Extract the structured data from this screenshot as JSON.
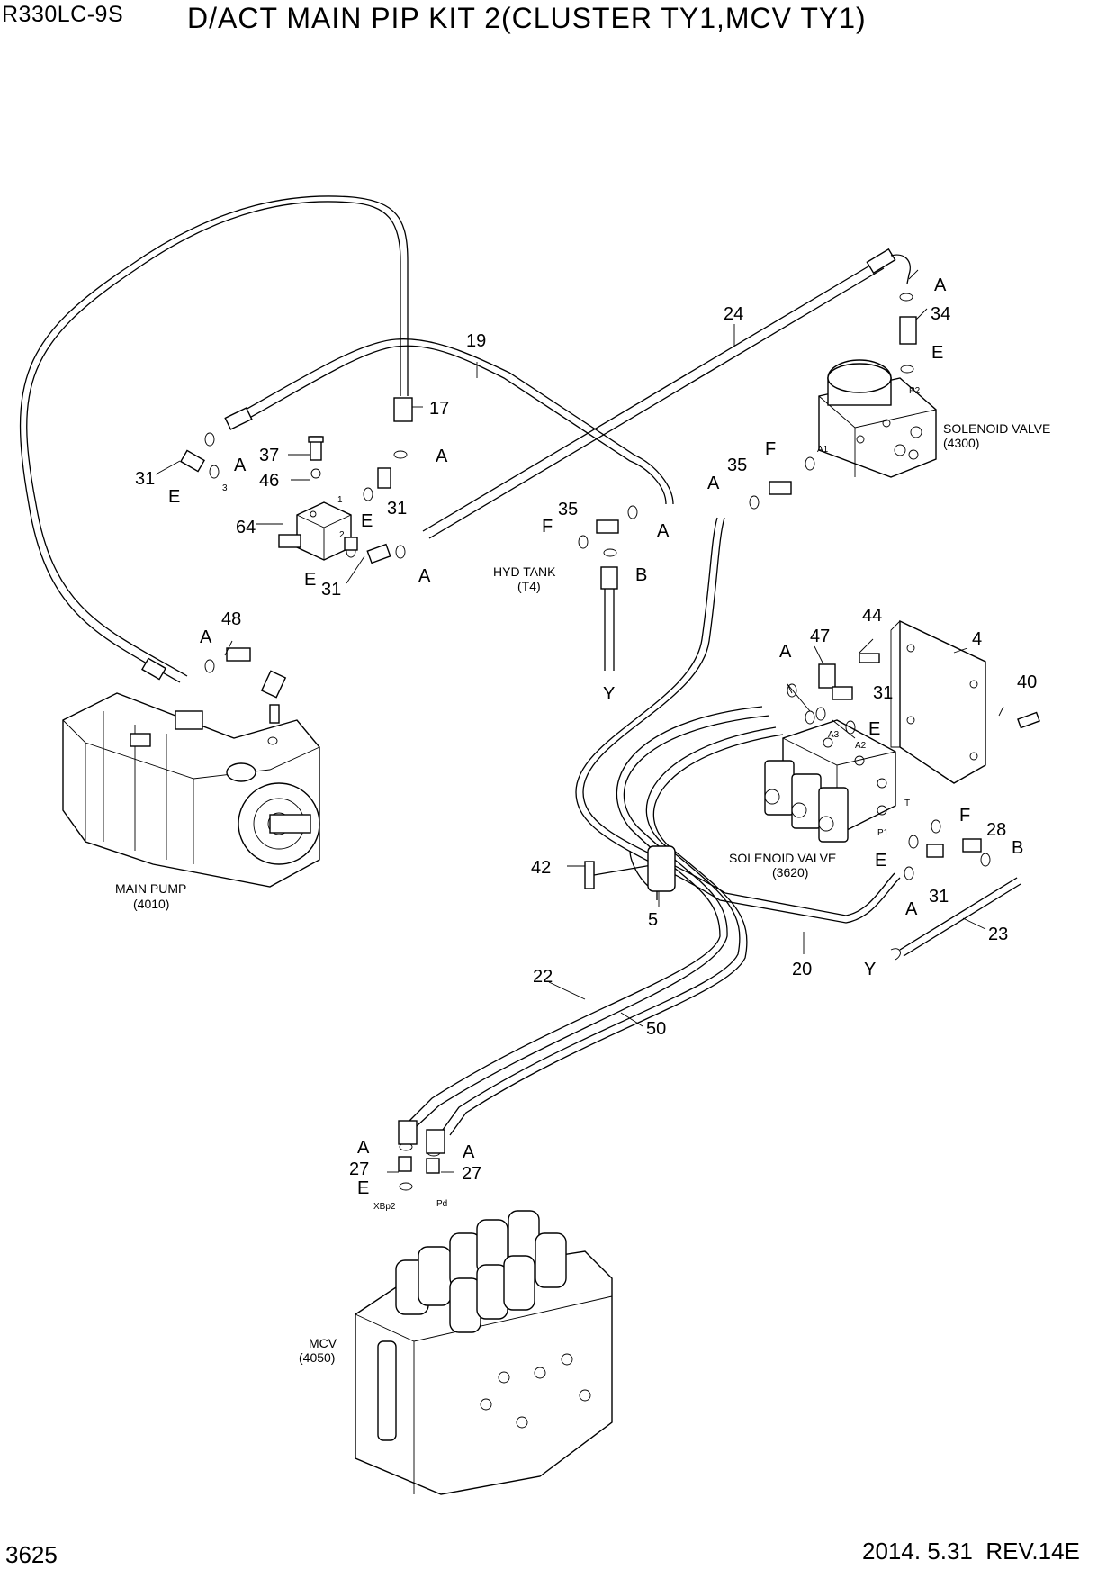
{
  "header": {
    "model": "R330LC-9S",
    "title": "D/ACT MAIN PIP KIT 2(CLUSTER TY1,MCV TY1)"
  },
  "footer": {
    "page": "3625",
    "revision": "2014. 5.31  REV.14E"
  },
  "components": {
    "main_pump": [
      "MAIN PUMP",
      "(4010)"
    ],
    "hyd_tank": [
      "HYD TANK",
      "(T4)"
    ],
    "solenoid_valve_4300": [
      "SOLENOID VALVE",
      "(4300)"
    ],
    "solenoid_valve_3620": [
      "SOLENOID VALVE",
      "(3620)"
    ],
    "mcv": [
      "MCV",
      "(4050)"
    ]
  },
  "port_labels": {
    "p2": "P2",
    "a1": "A1",
    "a3": "A3",
    "a2": "A2",
    "t": "T",
    "p1": "P1",
    "xbp2": "XBp2",
    "pd": "Pd",
    "block_1": "1",
    "block_2": "2",
    "block_3": "3"
  },
  "callouts": {
    "n17": "17",
    "n19": "19",
    "n24": "24",
    "n34": "34",
    "n37": "37",
    "n46": "46",
    "n31a": "31",
    "n31b": "31",
    "n31c": "31",
    "n31d": "31",
    "n31e": "31",
    "n64": "64",
    "n35a": "35",
    "n35b": "35",
    "n48": "48",
    "n47": "47",
    "n44": "44",
    "n4": "4",
    "n40": "40",
    "n28": "28",
    "n42": "42",
    "n5": "5",
    "n22": "22",
    "n50": "50",
    "n20": "20",
    "n23": "23",
    "n27a": "27",
    "n27b": "27",
    "a1": "A",
    "a2": "A",
    "a3": "A",
    "a4": "A",
    "a5": "A",
    "a6": "A",
    "a7": "A",
    "a8": "A",
    "a9": "A",
    "a10": "A",
    "a11": "A",
    "e1": "E",
    "e2": "E",
    "e3": "E",
    "e4": "E",
    "e5": "E",
    "e6": "E",
    "e7": "E",
    "f1": "F",
    "f2": "F",
    "f3": "F",
    "b1": "B",
    "b2": "B",
    "y1": "Y",
    "y2": "Y"
  }
}
